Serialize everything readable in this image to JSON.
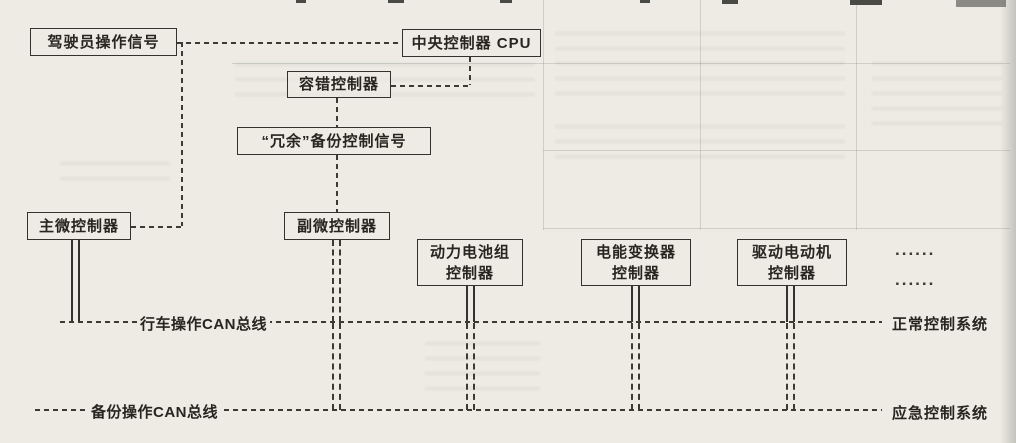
{
  "diagram": {
    "boxes": {
      "driver_signal": "驾驶员操作信号",
      "cpu": "中央控制器 CPU",
      "fault_tolerant": "容错控制器",
      "redundant_backup": "“冗余”备份控制信号",
      "main_mcu": "主微控制器",
      "sub_mcu": "副微控制器",
      "battery": {
        "line1": "动力电池组",
        "line2": "控制器"
      },
      "converter": {
        "line1": "电能变换器",
        "line2": "控制器"
      },
      "motor": {
        "line1": "驱动电动机",
        "line2": "控制器"
      }
    },
    "buses": {
      "drive": "行车操作CAN总线",
      "backup": "备份操作CAN总线"
    },
    "side_labels": {
      "normal": "正常控制系统",
      "emergency": "应急控制系统"
    },
    "ellipsis": {
      "row1": "......",
      "row2": "......"
    },
    "colors": {
      "ink": "#33322c",
      "paper": "#edebe3"
    }
  }
}
